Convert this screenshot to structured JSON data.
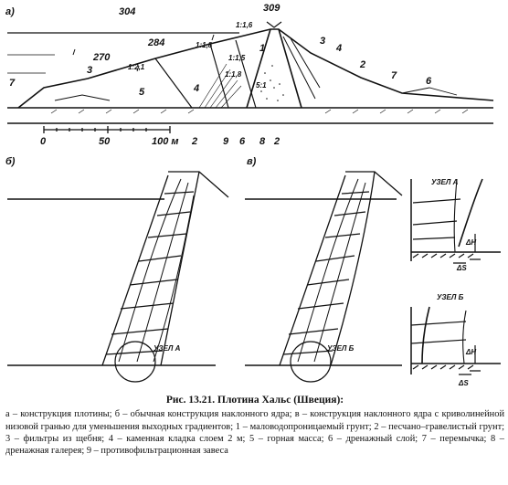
{
  "figure": {
    "panel_a": "а)",
    "panel_b": "б)",
    "panel_c": "в)",
    "elevations": {
      "crest": "309",
      "level_304": "304",
      "level_284": "284",
      "level_270": "270"
    },
    "slopes": {
      "top": "1:1,6",
      "s1": "1:1,8",
      "s2": "1:2,1",
      "s3": "1:1,5",
      "s4": "1:1,8",
      "core": "5:1"
    },
    "numbers": {
      "n1": "1",
      "n2": "2",
      "n3": "3",
      "n4": "4",
      "n5": "5",
      "n6": "6",
      "n7": "7",
      "n8": "8",
      "n9": "9"
    },
    "scale": {
      "s0": "0",
      "s50": "50",
      "s100": "100 м"
    },
    "node_a": "УЗЕЛ А",
    "node_b": "УЗЕЛ Б",
    "dH": "ΔH",
    "dS": "ΔS"
  },
  "caption": {
    "title": "Рис. 13.21. Плотина Хальс (Швеция):",
    "text": "а – конструкция плотины; б – обычная конструкция наклонного ядра; в – конструкция наклонного ядра с криволинейной низовой гранью для уменьшения выходных градиентов; 1 – маловодопроницаемый грунт; 2 – песчано–гравелистый грунт; 3 – фильтры из щебня; 4 – каменная кладка слоем 2 м; 5 – горная масса; 6 – дренажный слой; 7 – перемычка; 8 – дренажная галерея; 9 – противофильтрационная завеса"
  }
}
